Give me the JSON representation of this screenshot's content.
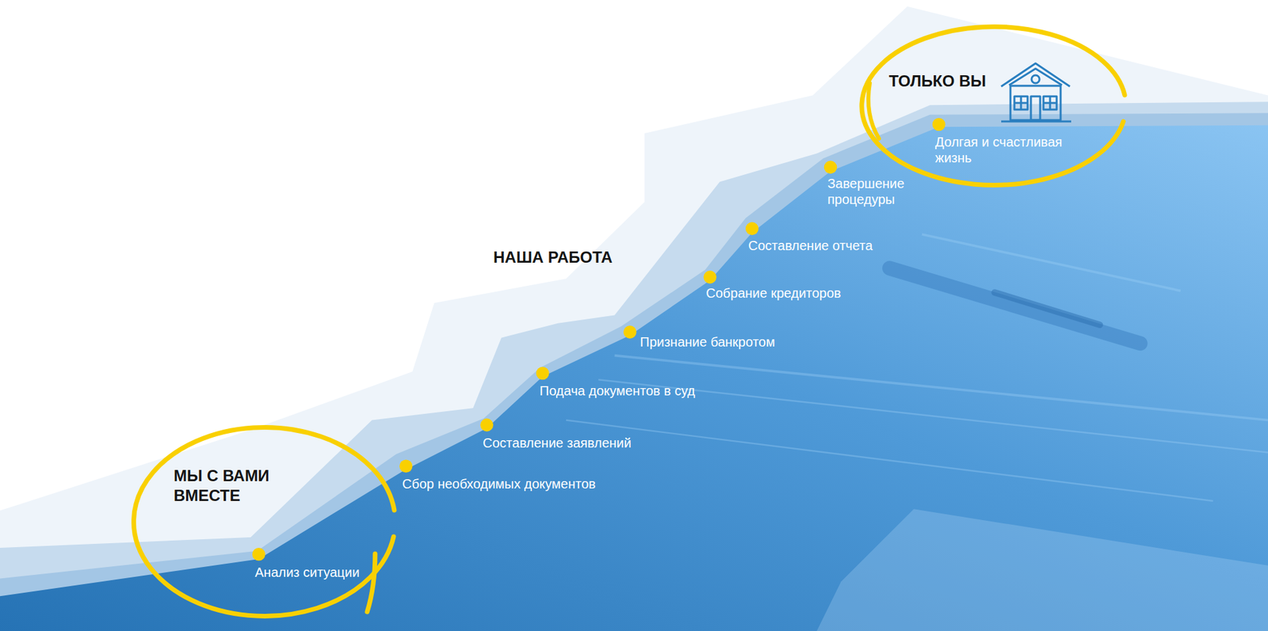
{
  "diagram": {
    "title": "НАША РАБОТА",
    "nodes": [
      {
        "text": [
          "МЫ С ВАМИ ВМЕСТЕ",
          "Анализ ситуации"
        ]
      },
      {
        "text": [
          "ТОЛЬКО ВЫ",
          "Долгая и счастливая жизнь"
        ]
      }
    ],
    "labels": [
      "Сбор необходимых документов",
      "Составление заявлений",
      "Подача документов в суд",
      "Признание банкротом",
      "Собрание кредиторов",
      "Составление отчета",
      "Завершение процедуры"
    ]
  }
}
